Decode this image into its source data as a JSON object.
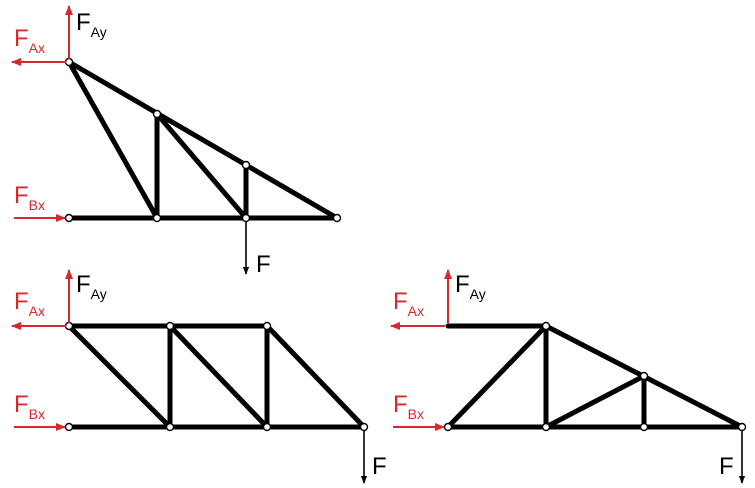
{
  "colors": {
    "reaction": "#d7282b",
    "load": "#000000",
    "member": "#000000"
  },
  "diagrams": [
    {
      "id": "truss-1",
      "reactions": {
        "fax": {
          "main": "F",
          "sub": "Ax"
        },
        "fay": {
          "main": "F",
          "sub": "Ay"
        },
        "fbx": {
          "main": "F",
          "sub": "Bx"
        }
      },
      "load": {
        "label": "F"
      }
    },
    {
      "id": "truss-2",
      "reactions": {
        "fax": {
          "main": "F",
          "sub": "Ax"
        },
        "fay": {
          "main": "F",
          "sub": "Ay"
        },
        "fbx": {
          "main": "F",
          "sub": "Bx"
        }
      },
      "load": {
        "label": "F"
      }
    },
    {
      "id": "truss-3",
      "reactions": {
        "fax": {
          "main": "F",
          "sub": "Ax"
        },
        "fay": {
          "main": "F",
          "sub": "Ay"
        },
        "fbx": {
          "main": "F",
          "sub": "Bx"
        }
      },
      "load": {
        "label": "F"
      }
    }
  ]
}
